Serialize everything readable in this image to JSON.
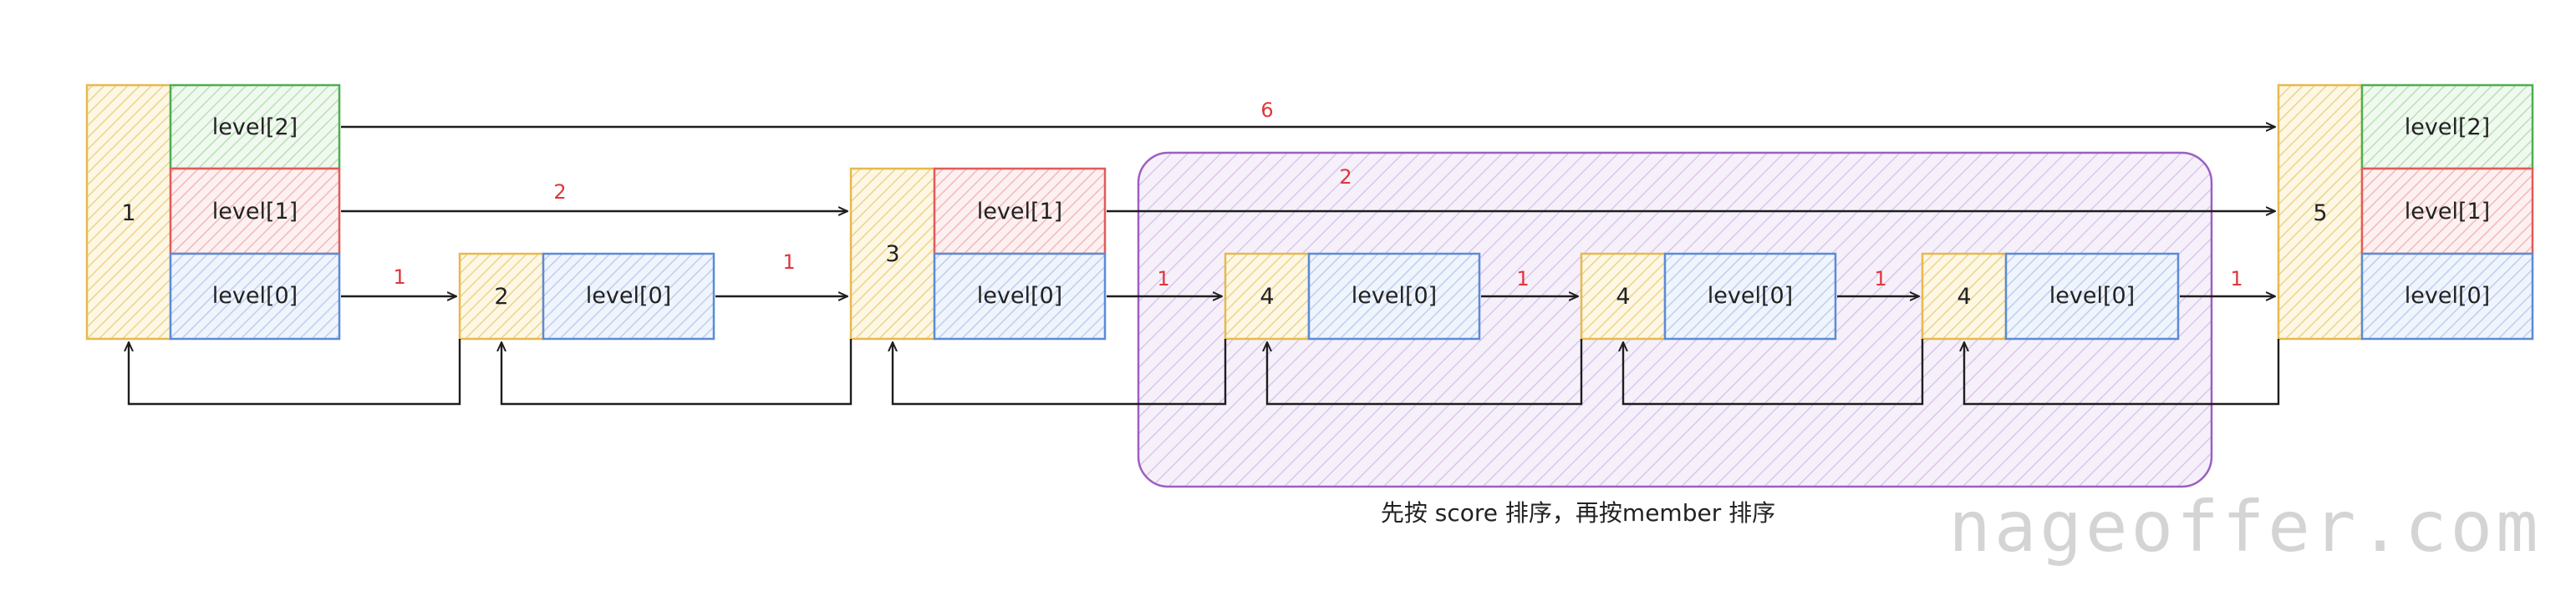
{
  "colors": {
    "yellow": "#e6b94e",
    "yellow_fill": "#fbf3d6",
    "green": "#4caf50",
    "green_fill": "#e5f4e3",
    "red": "#e15b5b",
    "red_fill": "#fbe1e1",
    "blue": "#5b8bd6",
    "blue_fill": "#e3ebf9",
    "purple": "#9c5fc2",
    "purple_fill": "#eee3f6",
    "edge_label": "#e0363a"
  },
  "nodes": {
    "n1": {
      "label": "1",
      "levels": [
        "level[2]",
        "level[1]",
        "level[0]"
      ]
    },
    "n2": {
      "label": "2",
      "levels": [
        "level[0]"
      ]
    },
    "n3": {
      "label": "3",
      "levels": [
        "level[1]",
        "level[0]"
      ]
    },
    "n4a": {
      "label": "4",
      "levels": [
        "level[0]"
      ]
    },
    "n4b": {
      "label": "4",
      "levels": [
        "level[0]"
      ]
    },
    "n4c": {
      "label": "4",
      "levels": [
        "level[0]"
      ]
    },
    "n5": {
      "label": "5",
      "levels": [
        "level[2]",
        "level[1]",
        "level[0]"
      ]
    }
  },
  "spans": {
    "top": "6",
    "mid_1_3": "2",
    "mid_3_5": "2",
    "n1_n2": "1",
    "n2_n3": "1",
    "n3_n4a": "1",
    "n4a_n4b": "1",
    "n4b_n4c": "1",
    "n4c_n5": "1"
  },
  "note": "先按 score 排序，再按member 排序",
  "watermark": "nageoffer.com"
}
